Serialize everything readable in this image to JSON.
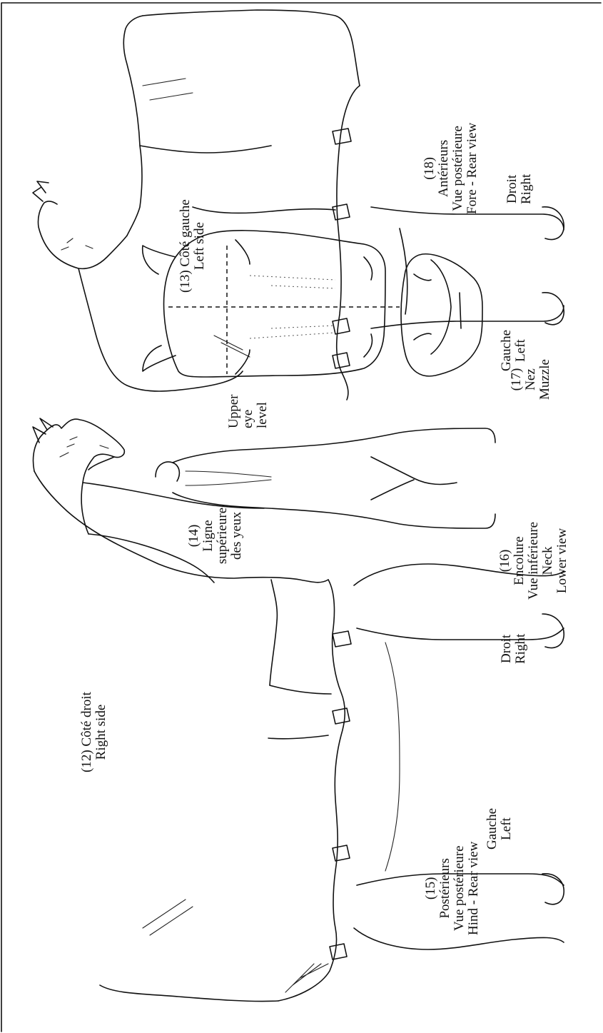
{
  "diagram": {
    "views": {
      "right_side": {
        "number": "(12)",
        "fr": "Côté droit",
        "en": "Right side"
      },
      "left_side": {
        "number": "(13)",
        "fr": "Côté gauche",
        "en": "Left side"
      },
      "eye_line": {
        "number": "(14)",
        "fr_1": "Ligne",
        "fr_2": "supérieure",
        "fr_3": "des yeux"
      },
      "hind_rear": {
        "number": "(15)",
        "fr_1": "Postérieurs",
        "fr_2": "Vue postérieure",
        "en": "Hind - Rear view",
        "left_fr": "Gauche",
        "left_en": "Left",
        "right_fr": "Droit",
        "right_en": "Right"
      },
      "neck_lower": {
        "number": "(16)",
        "fr_1": "Encolure",
        "fr_2": "Vue inférieure",
        "en_1": "Neck",
        "en_2": "Lower view"
      },
      "muzzle": {
        "number": "(17)",
        "fr": "Nez",
        "en": "Muzzle"
      },
      "fore_rear": {
        "number": "(18)",
        "fr_1": "Antérieurs",
        "fr_2": "Vue postérieure",
        "en": "Fore - Rear view",
        "left_fr": "Gauche",
        "left_en": "Left",
        "right_fr": "Droit",
        "right_en": "Right"
      },
      "upper_eye": {
        "line1": "Upper",
        "line2": "eye",
        "line3": "level"
      }
    }
  }
}
